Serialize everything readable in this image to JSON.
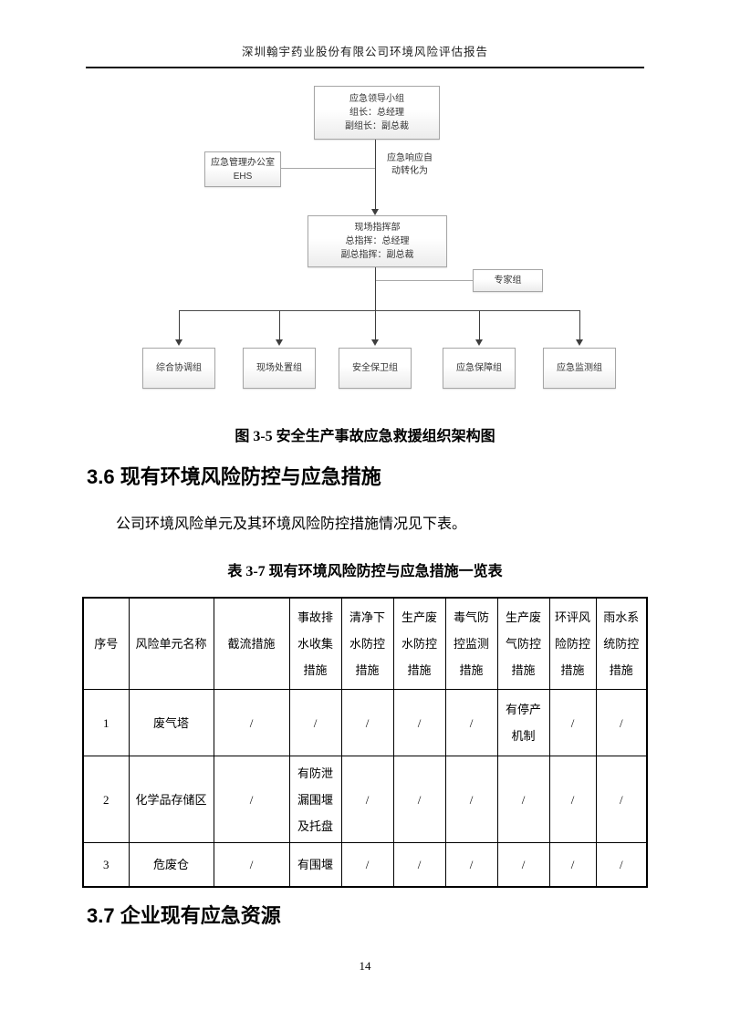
{
  "page": {
    "header_title": "深圳翰宇药业股份有限公司环境风险评估报告",
    "page_number": "14"
  },
  "diagram": {
    "caption": "图 3-5 安全生产事故应急救援组织架构图",
    "leader_lines": [
      "应急领导小组",
      "组长：总经理",
      "副组长：副总裁"
    ],
    "office_lines": [
      "应急管理办公室",
      "EHS"
    ],
    "flow_label": "应急响应自动转化为",
    "command_lines": [
      "现场指挥部",
      "总指挥：总经理",
      "副总指挥：副总裁"
    ],
    "expert_label": "专家组",
    "teams": [
      "综合协调组",
      "现场处置组",
      "安全保卫组",
      "应急保障组",
      "应急监测组"
    ]
  },
  "sections": {
    "s36_title": "3.6 现有环境风险防控与应急措施",
    "s36_paragraph": "公司环境风险单元及其环境风险防控措施情况见下表。",
    "s37_title": "3.7 企业现有应急资源"
  },
  "table": {
    "caption": "表 3-7 现有环境风险防控与应急措施一览表",
    "headers": [
      "序号",
      "风险单元名称",
      "截流措施",
      "事故排水收集措施",
      "清净下水防控措施",
      "生产废水防控措施",
      "毒气防控监测措施",
      "生产废气防控措施",
      "环评风险防控措施",
      "雨水系统防控措施"
    ],
    "rows": [
      [
        "1",
        "废气塔",
        "/",
        "/",
        "/",
        "/",
        "/",
        "有停产机制",
        "/",
        "/"
      ],
      [
        "2",
        "化学品存储区",
        "/",
        "有防泄漏围堰及托盘",
        "/",
        "/",
        "/",
        "/",
        "/",
        "/"
      ],
      [
        "3",
        "危废仓",
        "/",
        "有围堰",
        "/",
        "/",
        "/",
        "/",
        "/",
        "/"
      ]
    ]
  }
}
